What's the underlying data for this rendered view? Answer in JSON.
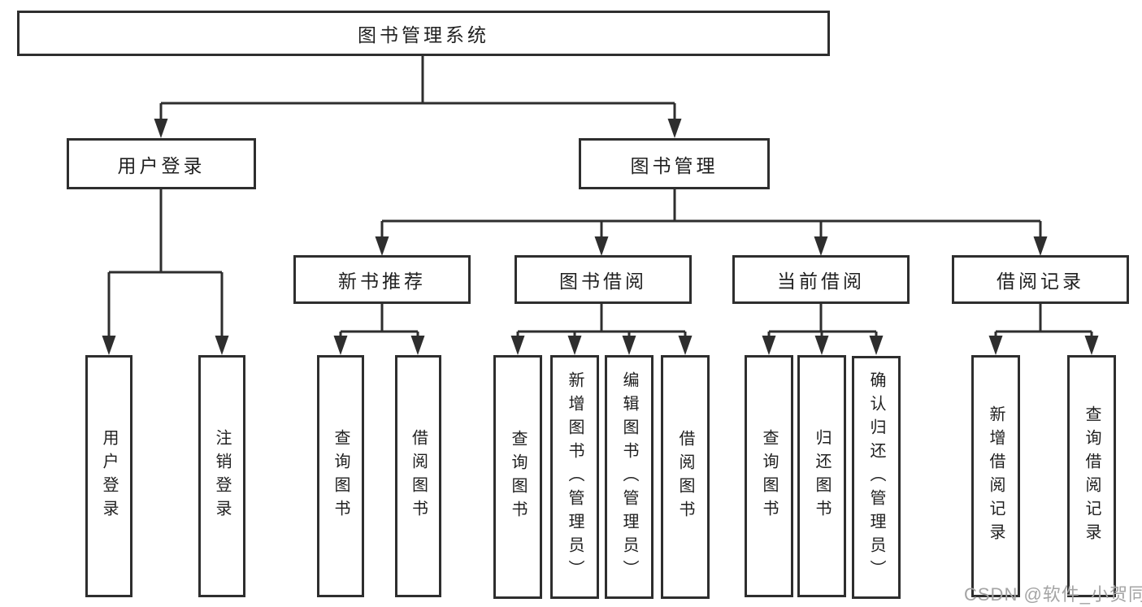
{
  "diagram": {
    "title": "图书管理系统",
    "tree": {
      "root": "图书管理系统",
      "branches": [
        {
          "label": "用户登录",
          "children": [
            "用户登录",
            "注销登录"
          ]
        },
        {
          "label": "图书管理",
          "groups": [
            {
              "label": "新书推荐",
              "children": [
                "查询图书",
                "借阅图书"
              ]
            },
            {
              "label": "图书借阅",
              "children": [
                "查询图书",
                "新增图书（管理员）",
                "编辑图书（管理员）",
                "借阅图书"
              ]
            },
            {
              "label": "当前借阅",
              "children": [
                "查询图书",
                "归还图书",
                "确认归还（管理员）"
              ]
            },
            {
              "label": "借阅记录",
              "children": [
                "新增借阅记录",
                "查询借阅记录"
              ]
            }
          ]
        }
      ]
    },
    "colors": {
      "line": "#2e2e2e",
      "box_border": "#2e2e2e",
      "box_background": "#ffffff",
      "text": "#1f1f1f",
      "watermark_text": "#a4a4a4"
    }
  },
  "watermark": {
    "text": "CSDN @软件_小贺同学"
  }
}
